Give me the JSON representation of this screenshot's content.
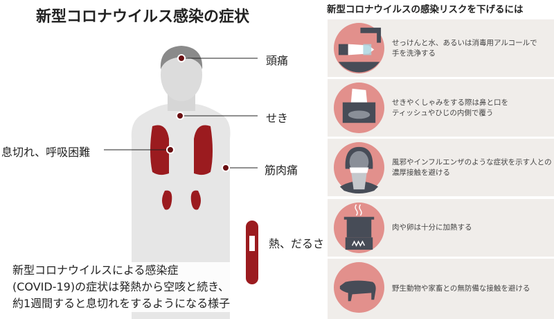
{
  "left": {
    "title": "新型コロナウイルス感染の症状",
    "symptoms": {
      "headache": "頭痛",
      "cough": "せき",
      "breath": "息切れ、呼吸困難",
      "muscle": "筋肉痛",
      "fever": "熱、だるさ"
    },
    "caption": [
      "新型コロナウイルスによる感染症",
      "(COVID-19)の症状は発熱から空咳と続き、",
      "約1週間すると息切れをするようになる様子"
    ]
  },
  "right": {
    "title": "新型コロナウイルスの感染リスクを下げるには",
    "items": [
      {
        "icon": "hand-washing-icon",
        "lines": [
          "せっけんと水、あるいは消毒用アルコールで",
          "手を洗浄する"
        ]
      },
      {
        "icon": "tissue-box-icon",
        "lines": [
          "せきやくしゃみをする際は鼻と口を",
          "ティッシュやひじの内側で覆う"
        ]
      },
      {
        "icon": "sneezing-person-icon",
        "lines": [
          "風邪やインフルエンザのような症状を示す人との",
          "濃厚接触を避ける"
        ]
      },
      {
        "icon": "cooking-pot-icon",
        "lines": [
          "肉や卵は十分に加熱する"
        ]
      },
      {
        "icon": "pig-icon",
        "lines": [
          "野生動物や家畜との無防備な接触を避ける"
        ]
      }
    ]
  },
  "colors": {
    "accent": "#9b1b1f",
    "pink": "#e2908c",
    "dark": "#474c57",
    "panel": "#f0edea"
  }
}
